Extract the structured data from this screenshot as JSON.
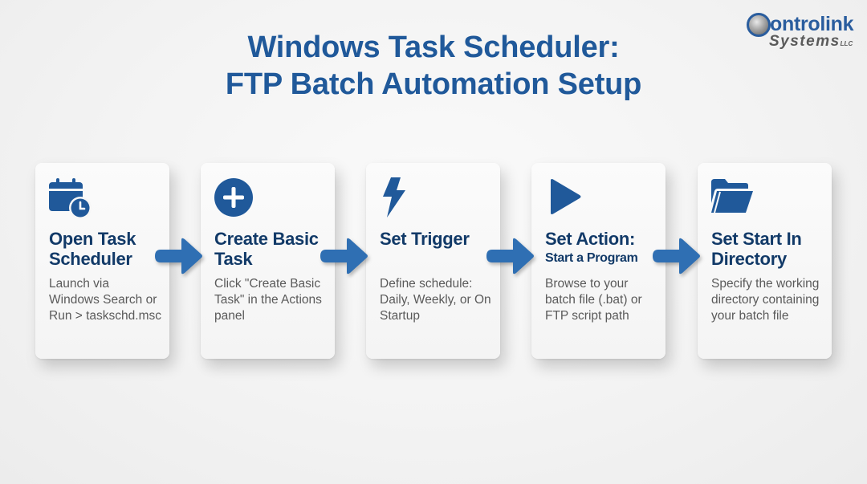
{
  "header": {
    "title_line1": "Windows Task Scheduler:",
    "title_line2": "FTP Batch Automation Setup"
  },
  "logo": {
    "top": "ontrolink",
    "bottom": "Systems",
    "suffix": "LLC",
    "brand_color": "#2a5d9e"
  },
  "colors": {
    "accent": "#20599a",
    "heading": "#123a68",
    "body_text": "#5a5a5a",
    "arrow": "#2f6fb3"
  },
  "steps": [
    {
      "icon": "calendar-clock-icon",
      "title": "Open Task Scheduler",
      "subtitle": "",
      "description": "Launch via Windows Search or Run > taskschd.msc"
    },
    {
      "icon": "plus-circle-icon",
      "title": "Create Basic Task",
      "subtitle": "",
      "description": "Click \"Create Basic Task\" in the Actions panel"
    },
    {
      "icon": "lightning-bolt-icon",
      "title": "Set Trigger",
      "subtitle": "",
      "description": "Define schedule: Daily, Weekly, or On Startup"
    },
    {
      "icon": "play-icon",
      "title": "Set Action:",
      "subtitle": "Start a Program",
      "description": "Browse to your batch file (.bat) or FTP script path"
    },
    {
      "icon": "folder-open-icon",
      "title": "Set Start In Directory",
      "subtitle": "",
      "description": "Specify the working directory containing your batch file"
    }
  ],
  "connectors": [
    {
      "from": 1,
      "to": 2,
      "icon": "arrow-right-icon"
    },
    {
      "from": 2,
      "to": 3,
      "icon": "arrow-right-icon"
    },
    {
      "from": 3,
      "to": 4,
      "icon": "arrow-right-icon"
    },
    {
      "from": 4,
      "to": 5,
      "icon": "arrow-right-icon"
    }
  ]
}
